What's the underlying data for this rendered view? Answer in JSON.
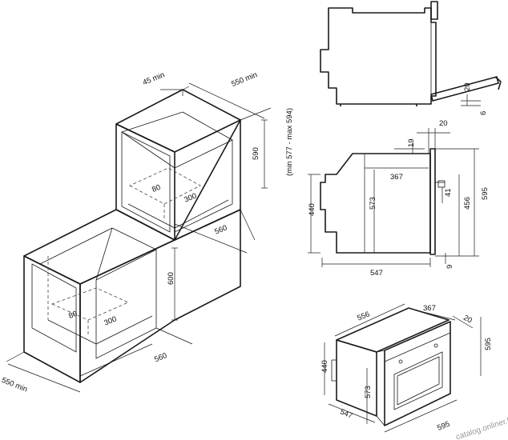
{
  "dims": {
    "top_gap": "45 min",
    "top_depth": "550 min",
    "top_height": "590",
    "top_height_range": "(min 577 - max 594)",
    "top_80": "80",
    "top_300": "300",
    "top_560": "560",
    "bot_600": "600",
    "bot_80": "80",
    "bot_300": "300",
    "bot_560": "560",
    "bot_550": "550 min",
    "side_20": "20",
    "side_6": "6",
    "mid_20": "20",
    "mid_19": "19",
    "mid_367": "367",
    "mid_440": "440",
    "mid_573": "573",
    "mid_41": "41",
    "mid_456": "456",
    "mid_595": "595",
    "mid_9": "9",
    "mid_547": "547",
    "iso_556": "556",
    "iso_367": "367",
    "iso_20": "20",
    "iso_440": "440",
    "iso_595": "595",
    "iso_573": "573",
    "iso_547": "547",
    "iso_595b": "595"
  },
  "watermark": "catalog.onliner.by"
}
